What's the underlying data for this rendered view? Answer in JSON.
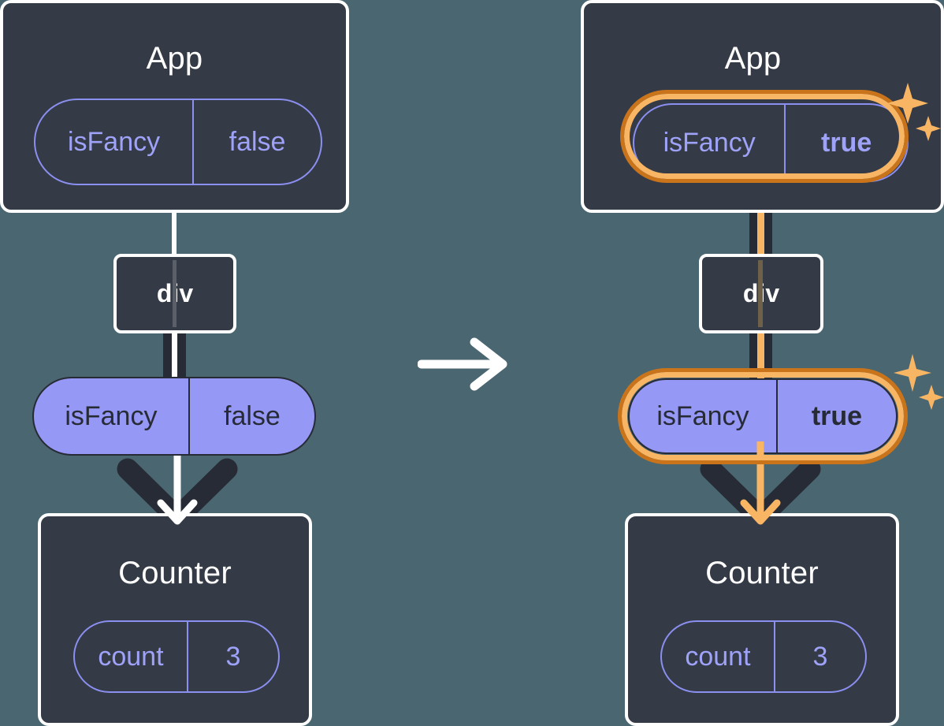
{
  "diagram": {
    "type": "react-state-propagation",
    "background_color": "#4a6670",
    "transition_icon": "arrow-right-icon",
    "panels": [
      {
        "id": "before",
        "app": {
          "title": "App",
          "state_pill": {
            "name": "isFancy",
            "value": "false",
            "style": "outline",
            "highlighted": false
          }
        },
        "div": {
          "label": "div"
        },
        "props_pill": {
          "name": "isFancy",
          "value": "false",
          "style": "filled",
          "highlighted": false
        },
        "counter": {
          "title": "Counter",
          "state_pill": {
            "name": "count",
            "value": "3",
            "style": "outline",
            "highlighted": false
          }
        },
        "connector_color": "#ffffff"
      },
      {
        "id": "after",
        "app": {
          "title": "App",
          "state_pill": {
            "name": "isFancy",
            "value": "true",
            "style": "outline",
            "highlighted": true
          }
        },
        "div": {
          "label": "div"
        },
        "props_pill": {
          "name": "isFancy",
          "value": "true",
          "style": "filled",
          "highlighted": true
        },
        "counter": {
          "title": "Counter",
          "state_pill": {
            "name": "count",
            "value": "3",
            "style": "outline",
            "highlighted": false
          }
        },
        "connector_color": "#f8b564"
      }
    ],
    "colors": {
      "background": "#4a6670",
      "box_fill": "#343a46",
      "box_border": "#ffffff",
      "pill_outline": "#8b8ff0",
      "pill_text": "#9ea2f8",
      "pill_filled": "#9698f5",
      "pill_filled_text": "#262b36",
      "highlight_inner": "#f8b564",
      "highlight_outer": "#c9741b",
      "dark_stroke": "#262b36",
      "sparkle": "#f8b564"
    }
  }
}
